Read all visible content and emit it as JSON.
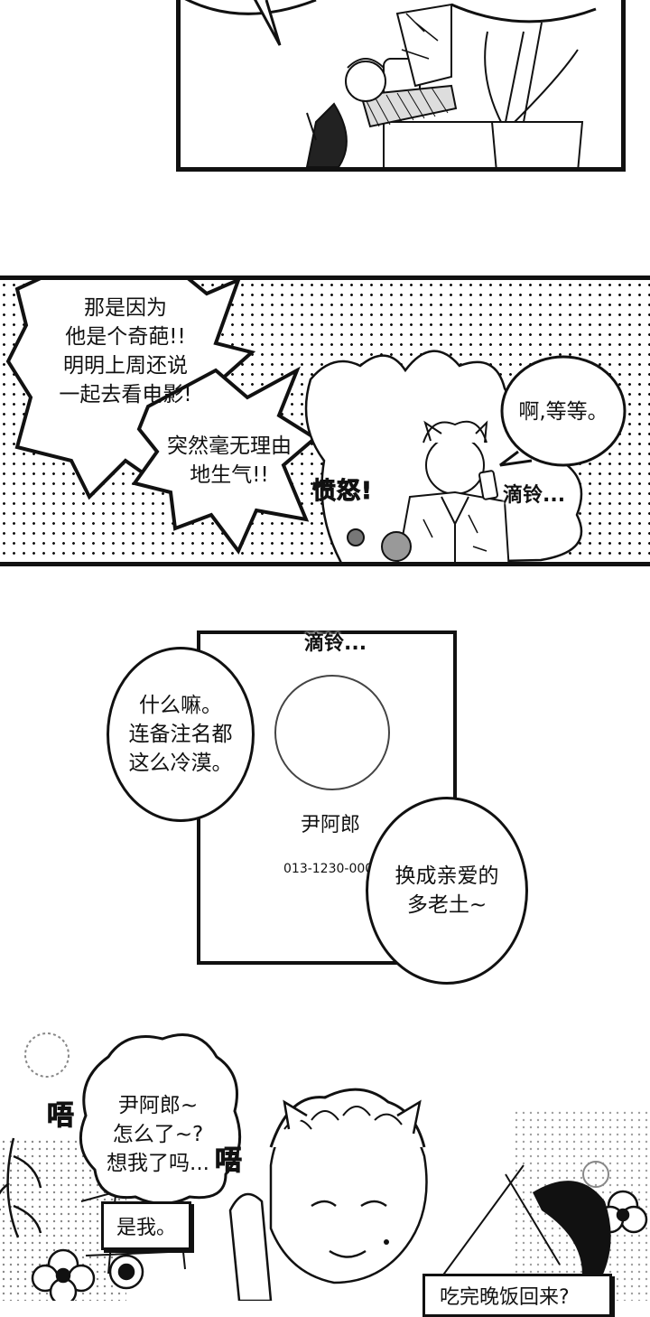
{
  "panel1": {},
  "panel2": {
    "bubble_left": "那是因为\n他是个奇葩!!\n明明上周还说\n一起去看电影!",
    "bubble_left2": "突然毫无理由\n地生气!!",
    "sfx_angry": "愤怒!",
    "bubble_right": "啊,等等。",
    "sfx_ring": "滴铃..."
  },
  "panel3": {
    "sfx_ring": "滴铃...",
    "bubble_left": "什么嘛。\n连备注名都\n这么冷漠。",
    "contact_name": "尹阿郎",
    "contact_phone": "013-1230-0001",
    "bubble_right": "换成亲爱的\n多老土~"
  },
  "panel4": {
    "sfx_left": "唔",
    "bubble_phone": "尹阿郎~\n怎么了~?\n想我了吗...",
    "sfx_right": "唔",
    "caption_left": "是我。",
    "caption_right": "吃完晚饭回来?"
  }
}
